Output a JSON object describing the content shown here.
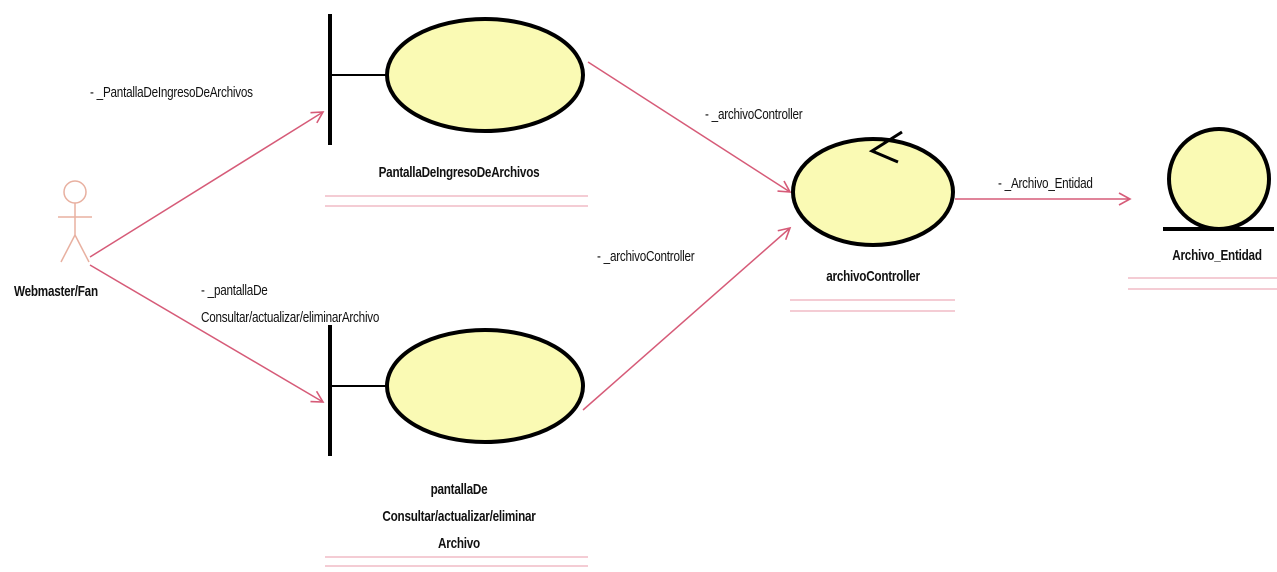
{
  "diagram": {
    "actor": {
      "name": "Webmaster/Fan"
    },
    "boundaries": [
      {
        "name": "PantallaDeIngresoDeArchivos"
      },
      {
        "name": "pantallaDe\nConsultar/actualizar/eliminar\nArchivo"
      }
    ],
    "control": {
      "name": "archivoController"
    },
    "entity": {
      "name": "Archivo_Entidad"
    },
    "associations": [
      {
        "label": "- _PantallaDeIngresoDeArchivos"
      },
      {
        "label": "- _pantallaDe\nConsultar/actualizar/eliminarArchivo"
      },
      {
        "label": "- _archivoController"
      },
      {
        "label": "- _archivoController"
      },
      {
        "label": "- _Archivo_Entidad"
      }
    ],
    "colors": {
      "node_fill": "#fafab4",
      "node_stroke": "#000000",
      "arrow": "#d65b78",
      "actor": "#e8b0a0",
      "compartment_line": "#e89aa8"
    }
  }
}
